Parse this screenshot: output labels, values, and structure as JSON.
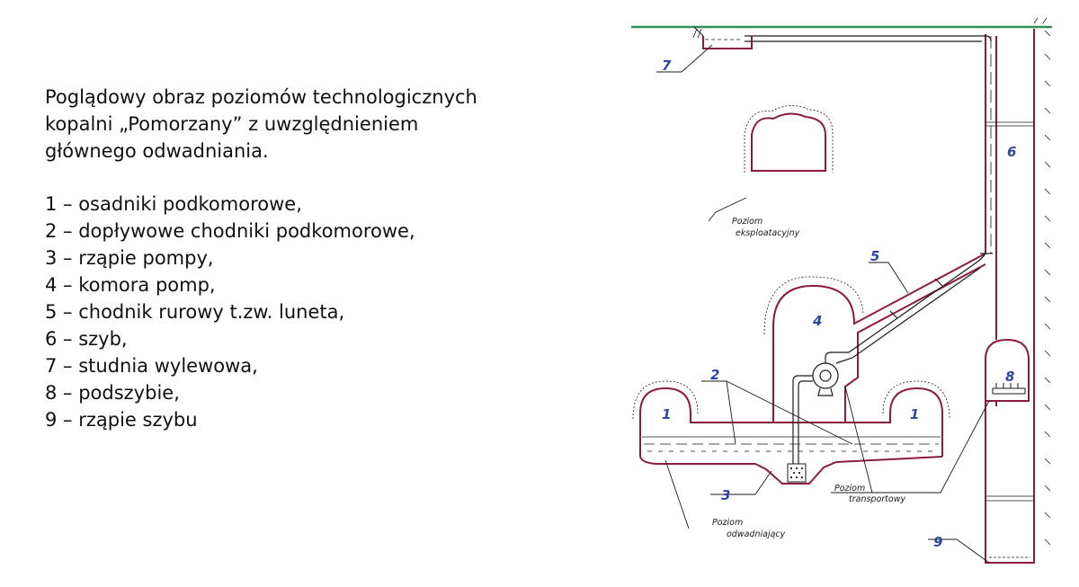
{
  "description_title": [
    "Poglądowy obraz poziomów technologicznych",
    "kopalni „Pomorzany” z uwzględnieniem",
    "głównego odwadniania."
  ],
  "legend": [
    "1 – osadniki podkomorowe,",
    "2 – dopływowe chodniki podkomorowe,",
    "3 – rząpie pompy,",
    "4 – komora pomp,",
    "5 – chodnik rurowy t.zw. luneta,",
    "6 – szyb,",
    "7 – studnia wylewowa,",
    "8 – podszybie,",
    "9 – rząpie szybu"
  ],
  "diagram": {
    "number_labels": {
      "n1a": "1",
      "n1b": "1",
      "n2": "2",
      "n3": "3",
      "n4": "4",
      "n5": "5",
      "n6": "6",
      "n7": "7",
      "n8": "8",
      "n9": "9"
    },
    "level_labels": {
      "exploitation": [
        "Poziom",
        "eksploatacyjny"
      ],
      "transport": [
        "Poziom",
        "transportowy"
      ],
      "drainage": [
        "Poziom",
        "odwadniający"
      ]
    }
  },
  "colors": {
    "ground_line": "#2f8f5b",
    "tunnel_outline": "#8c1c3c",
    "label_ink": "#2f46a3",
    "sketch_ink": "#1a1a1a"
  }
}
